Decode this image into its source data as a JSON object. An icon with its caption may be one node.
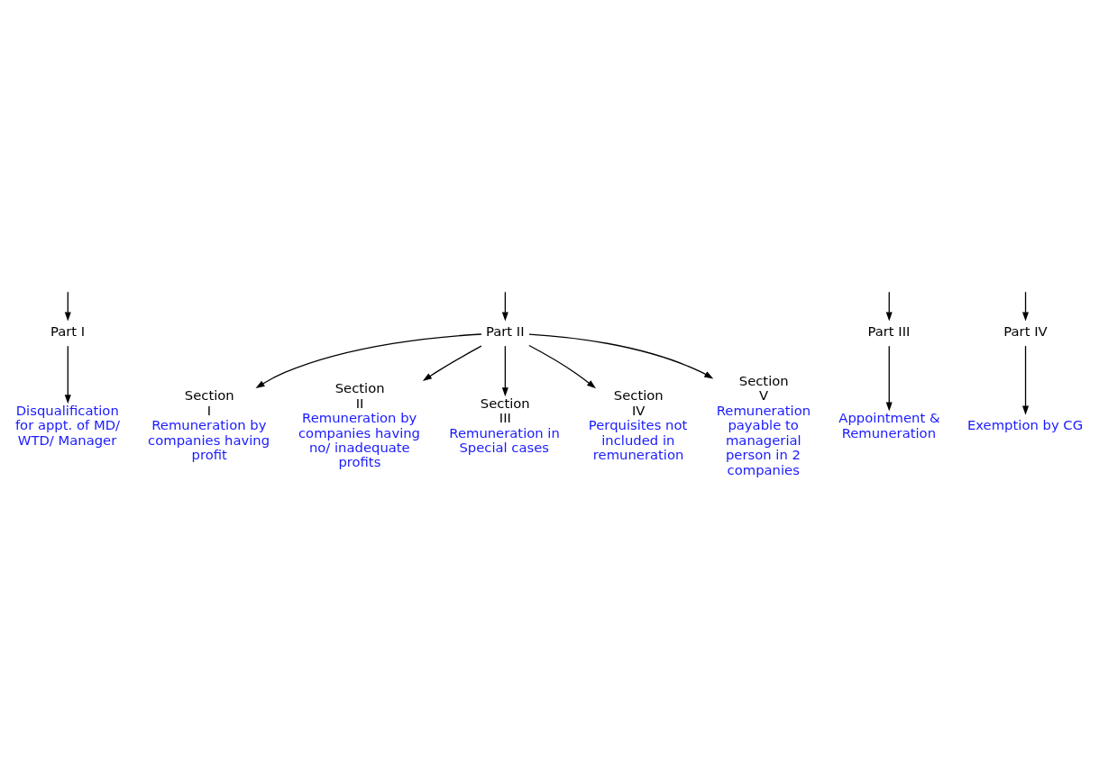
{
  "diagram": {
    "nodes": [
      {
        "text": [
          "Part I"
        ]
      },
      {
        "text": [
          "Part II"
        ]
      },
      {
        "text": [
          "Part III"
        ]
      },
      {
        "text": [
          "Part IV"
        ]
      },
      {
        "text": [
          "Disqualification for appt. of MD/ WTD/ Manager"
        ]
      },
      {
        "text": [
          "Appointment & Remuneration"
        ]
      },
      {
        "text": [
          "Exemption by CG"
        ]
      },
      {
        "text": [
          "Section I",
          "Remuneration by companies having profit"
        ]
      },
      {
        "text": [
          "Section II",
          "Remuneration by companies having no/ inadequate profits"
        ]
      },
      {
        "text": [
          "Section III",
          "Remuneration in Special cases"
        ]
      },
      {
        "text": [
          "Section IV",
          "Perquisites not included in remuneration"
        ]
      },
      {
        "text": [
          "Section V",
          "Remuneration payable to managerial person in 2 companies"
        ]
      }
    ],
    "edges": [
      {
        "from": null,
        "to": 0,
        "arrow": "to"
      },
      {
        "from": null,
        "to": 1,
        "arrow": "to"
      },
      {
        "from": null,
        "to": 2,
        "arrow": "to"
      },
      {
        "from": null,
        "to": 3,
        "arrow": "to"
      },
      {
        "from": 0,
        "to": 4,
        "arrow": "to"
      },
      {
        "from": 1,
        "to": 7,
        "arrow": "to"
      },
      {
        "from": 1,
        "to": 8,
        "arrow": "to"
      },
      {
        "from": 1,
        "to": 9,
        "arrow": "to"
      },
      {
        "from": 1,
        "to": 10,
        "arrow": "to"
      },
      {
        "from": 1,
        "to": 11,
        "arrow": "to"
      },
      {
        "from": 2,
        "to": 5,
        "arrow": "to"
      },
      {
        "from": 3,
        "to": 6,
        "arrow": "to"
      }
    ]
  }
}
